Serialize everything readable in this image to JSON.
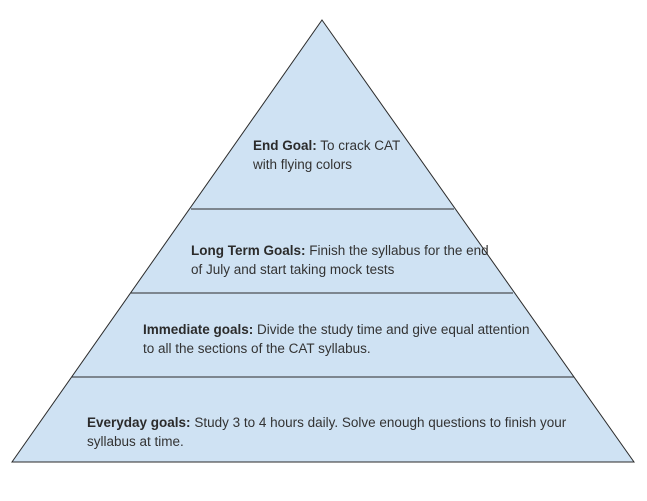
{
  "colors": {
    "fill": "#cfe2f3",
    "stroke": "#2b2b2b"
  },
  "pyramid": {
    "tiers": [
      {
        "label": "End Goal:",
        "text": " To crack CAT with flying colors"
      },
      {
        "label": "Long Term Goals:",
        "text": " Finish the syllabus for the end of July and start taking mock tests"
      },
      {
        "label": "Immediate goals:",
        "text": " Divide the study time and give equal attention to all the sections of the CAT syllabus."
      },
      {
        "label": "Everyday goals:",
        "text": " Study 3 to 4 hours daily. Solve enough questions to finish your syllabus at time."
      }
    ]
  }
}
